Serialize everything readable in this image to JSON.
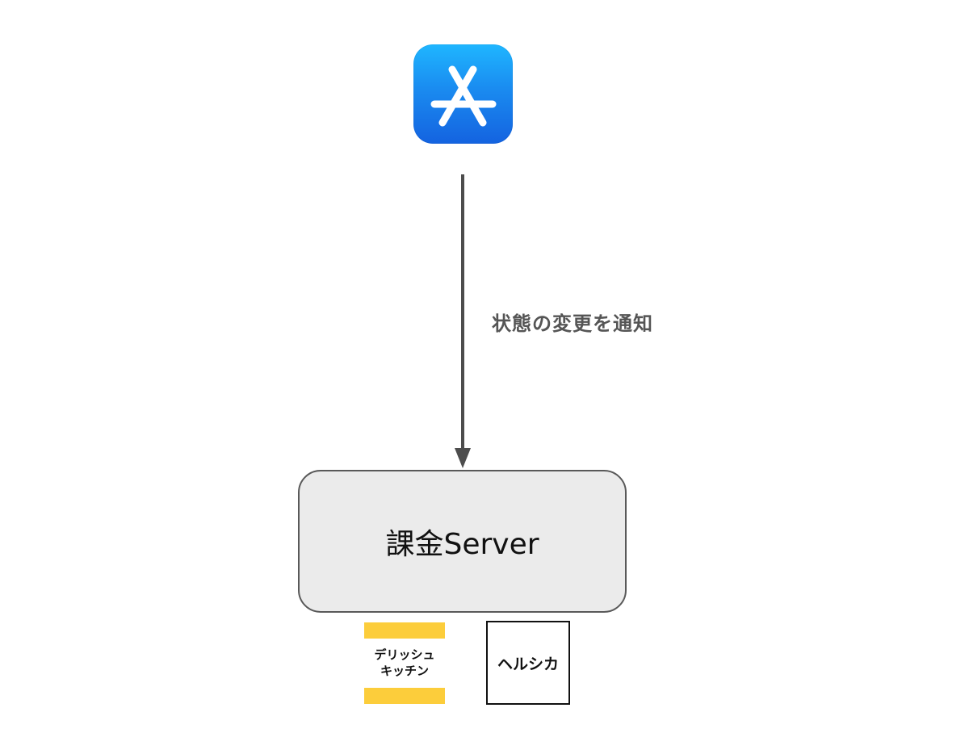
{
  "nodes": {
    "app_store": {
      "icon": "app-store-icon"
    },
    "server": {
      "label": "課金Server",
      "fill": "#ebebeb",
      "stroke": "#595959"
    }
  },
  "edge": {
    "label": "状態の変更を通知",
    "color": "#4d4d4d"
  },
  "logos": {
    "delish_kitchen": {
      "line1": "デリッシュ",
      "line2": "キッチン",
      "accent": "#fccd3b"
    },
    "herusika": {
      "text": "ヘルシカ"
    }
  }
}
